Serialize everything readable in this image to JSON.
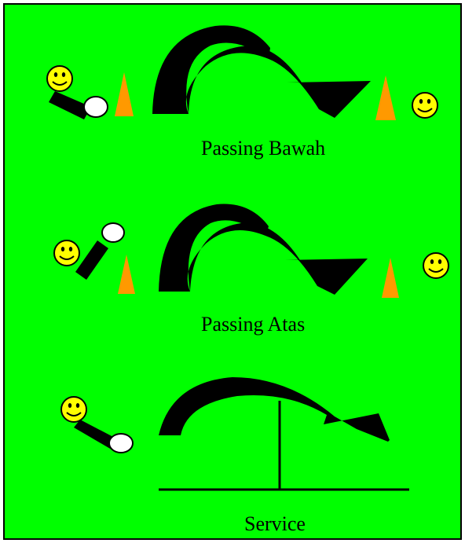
{
  "colors": {
    "background": "#00ff00",
    "border": "#000000",
    "arrow": "#000000",
    "cone": "#ff9900",
    "face": "#ffff00",
    "ball": "#ffffff"
  },
  "drills": [
    {
      "label": "Passing Bawah",
      "arrow_icon": "curved-arrow-icon",
      "cone_icon": "cone-icon",
      "player_icon": "smiley-player-icon"
    },
    {
      "label": "Passing Atas",
      "arrow_icon": "curved-arrow-icon",
      "cone_icon": "cone-icon",
      "player_icon": "smiley-player-icon"
    },
    {
      "label": "Service",
      "arrow_icon": "curved-arrow-icon",
      "net_icon": "net-icon",
      "player_icon": "smiley-player-icon"
    }
  ]
}
